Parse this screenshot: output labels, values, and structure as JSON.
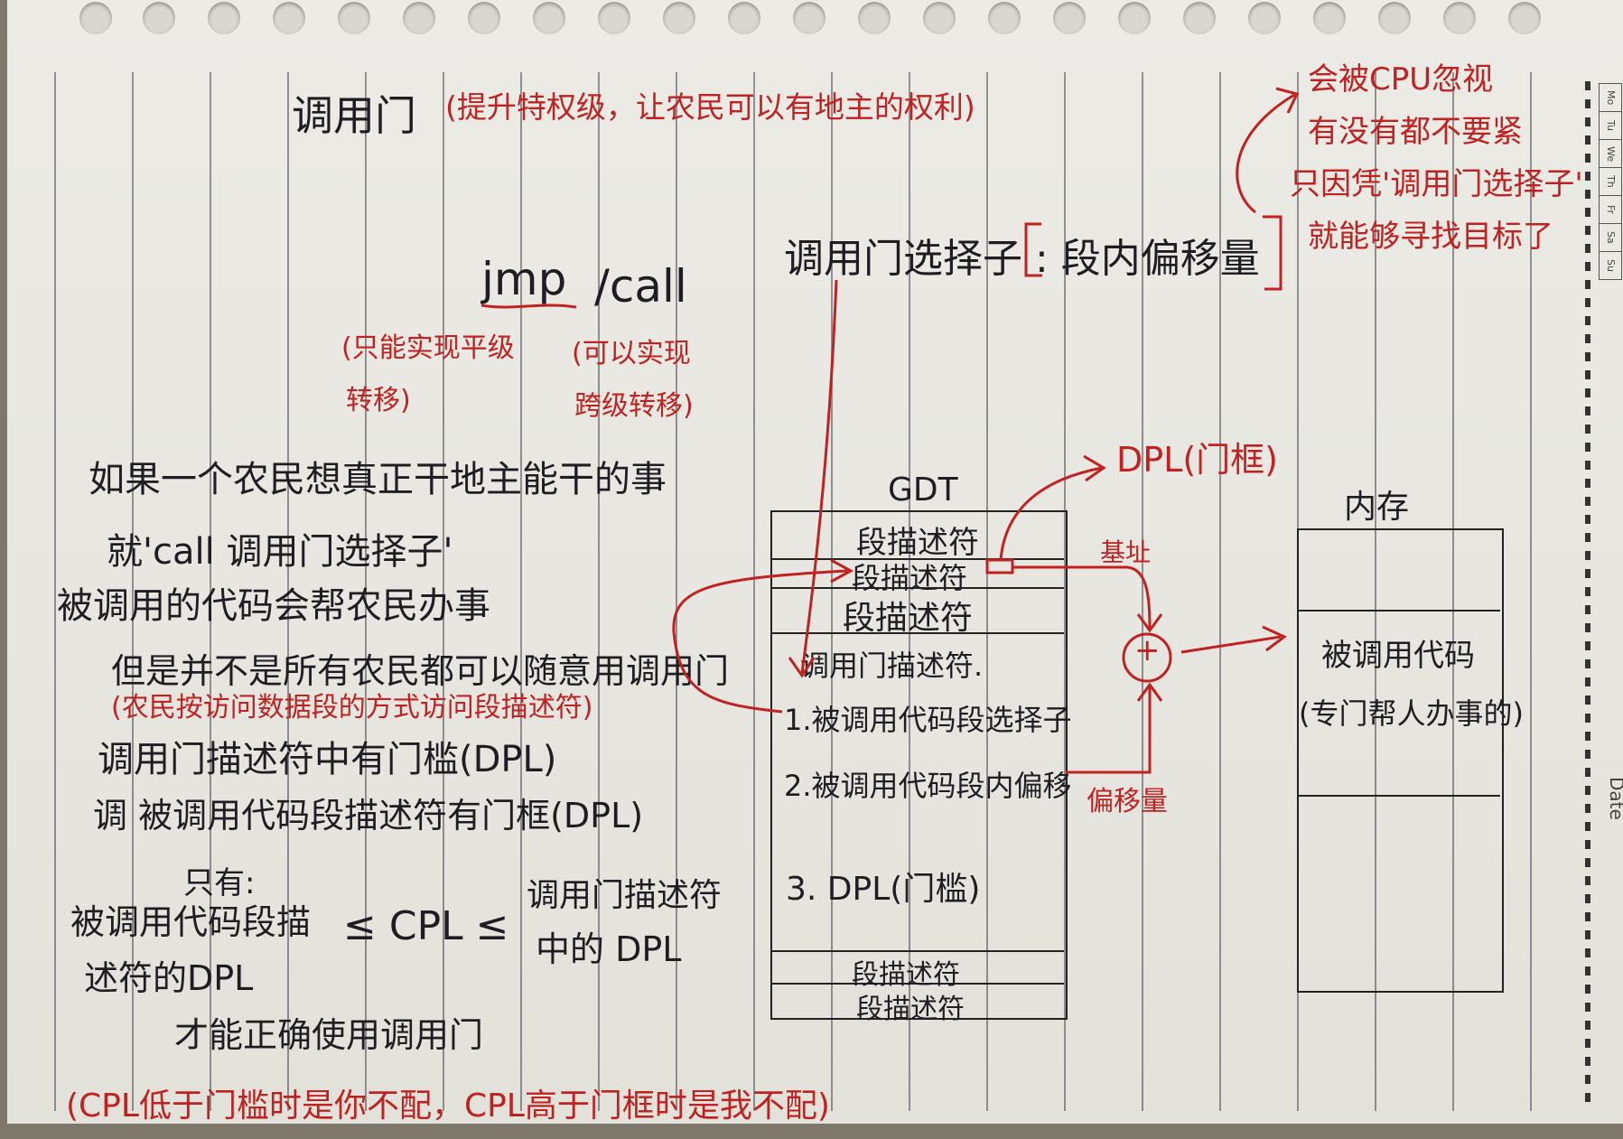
{
  "title": "调用门",
  "title_note": "(提升特权级，让农民可以有地主的权利)",
  "top_right_note": [
    "会被CPU忽视",
    "有没有都不要紧",
    "只因凭'调用门选择子'",
    "就能够寻找目标了"
  ],
  "selector_line": "调用门选择子 : 段内偏移量",
  "jmp_label": "jmp",
  "call_label": "/call",
  "jmp_note": [
    "(只能实现平级",
    "转移)"
  ],
  "call_note": [
    "(可以实现",
    "跨级转移)"
  ],
  "left_notes": [
    "如果一个农民想真正干地主能干的事",
    "就'call 调用门选择子'",
    "被调用的代码会帮农民办事",
    "但是并不是所有农民都可以随意用调用门",
    "(农民按访问数据段的方式访问段描述符)",
    "调用门描述符中有门槛(DPL)",
    "调 被调用代码段描述符有门框(DPL)",
    "只有:",
    "被调用代码段描",
    "述符的DPL",
    "≤  CPL  ≤",
    "调用门描述符",
    "中的 DPL",
    "才能正确使用调用门"
  ],
  "bottom_note": "(CPL低于门槛时是你不配，CPL高于门框时是我不配)",
  "gdt": {
    "label": "GDT",
    "rows": [
      "段描述符",
      "段描述符",
      "段描述符",
      "调用门描述符.",
      "1.被调用代码段选择子",
      "2.被调用代码段内偏移",
      "3. DPL(门槛)",
      "段描述符",
      "段描述符"
    ]
  },
  "dpl_door_frame": "DPL(门框)",
  "base_label": "基址",
  "offset_label": "偏移量",
  "plus_symbol": "+",
  "memory": {
    "label": "内存",
    "content": [
      "被调用代码",
      "(专门帮人办事的)"
    ]
  },
  "calendar_days": [
    "Mo",
    "Tu",
    "We",
    "Th",
    "Fr",
    "Sa",
    "Su"
  ],
  "date_label": "Date",
  "colors": {
    "ink_black": "#1d1d22",
    "ink_red": "#c02222",
    "paper": "#e9e8e2",
    "background": "#7d776c"
  }
}
